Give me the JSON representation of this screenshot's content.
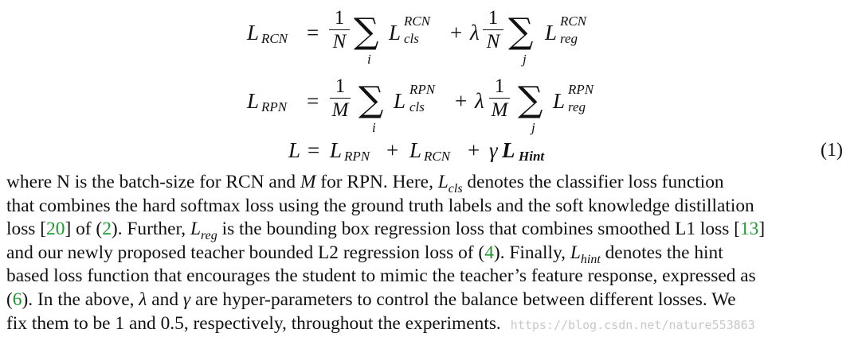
{
  "equations": {
    "rcn": {
      "lhs_main": "L",
      "lhs_sub": "RCN",
      "eq": "=",
      "one": "1",
      "den1": "N",
      "idx1": "i",
      "term1": "L",
      "term1_sup": "RCN",
      "term1_sub": "cls",
      "plus": "+",
      "lambda": "λ",
      "den2": "N",
      "idx2": "j",
      "term2": "L",
      "term2_sup": "RCN",
      "term2_sub": "reg"
    },
    "rpn": {
      "lhs_main": "L",
      "lhs_sub": "RPN",
      "eq": "=",
      "one": "1",
      "den1": "M",
      "idx1": "i",
      "term1": "L",
      "term1_sup": "RPN",
      "term1_sub": "cls",
      "plus": "+",
      "lambda": "λ",
      "den2": "M",
      "idx2": "j",
      "term2": "L",
      "term2_sup": "RPN",
      "term2_sub": "reg"
    },
    "total": {
      "lhs": "L",
      "eq": "=",
      "t1": "L",
      "t1_sub": "RPN",
      "plus1": "+",
      "t2": "L",
      "t2_sub": "RCN",
      "plus2": "+",
      "gamma": "γ",
      "t3": "L",
      "t3_sub": "Hint",
      "number": "(1)"
    }
  },
  "paragraph": {
    "l1a": "where N is the batch-size for RCN and ",
    "l1_M": "M",
    "l1b": " for RPN. Here, ",
    "l1_L": "L",
    "l1_Lsub": "cls",
    "l1c": " denotes the classifier loss function",
    "l2": "that combines the hard softmax loss using the ground truth labels and the soft knowledge distillation",
    "l3a": "loss [",
    "l3_ref20": "20",
    "l3b": "] of (",
    "l3_eq2": "2",
    "l3c": "). Further, ",
    "l3_L": "L",
    "l3_Lsub": "reg",
    "l3d": " is the bounding box regression loss that combines smoothed L1 loss [",
    "l3_ref13": "13",
    "l3e": "]",
    "l4a": "and our newly proposed teacher bounded L2 regression loss of (",
    "l4_eq4": "4",
    "l4b": "). Finally, ",
    "l4_L": "L",
    "l4_Lsub": "hint",
    "l4c": " denotes the hint",
    "l5": "based loss function that encourages the student to mimic the teacher’s feature response, expressed as",
    "l6a": "(",
    "l6_eq6": "6",
    "l6b": "). In the above, ",
    "l6_lambda": "λ",
    "l6c": " and ",
    "l6_gamma": "γ",
    "l6d": " are hyper-parameters to control the balance between different losses. We",
    "l7": "fix them to be 1 and 0.5, respectively, throughout the experiments.",
    "watermark": "https://blog.csdn.net/nature553863"
  }
}
